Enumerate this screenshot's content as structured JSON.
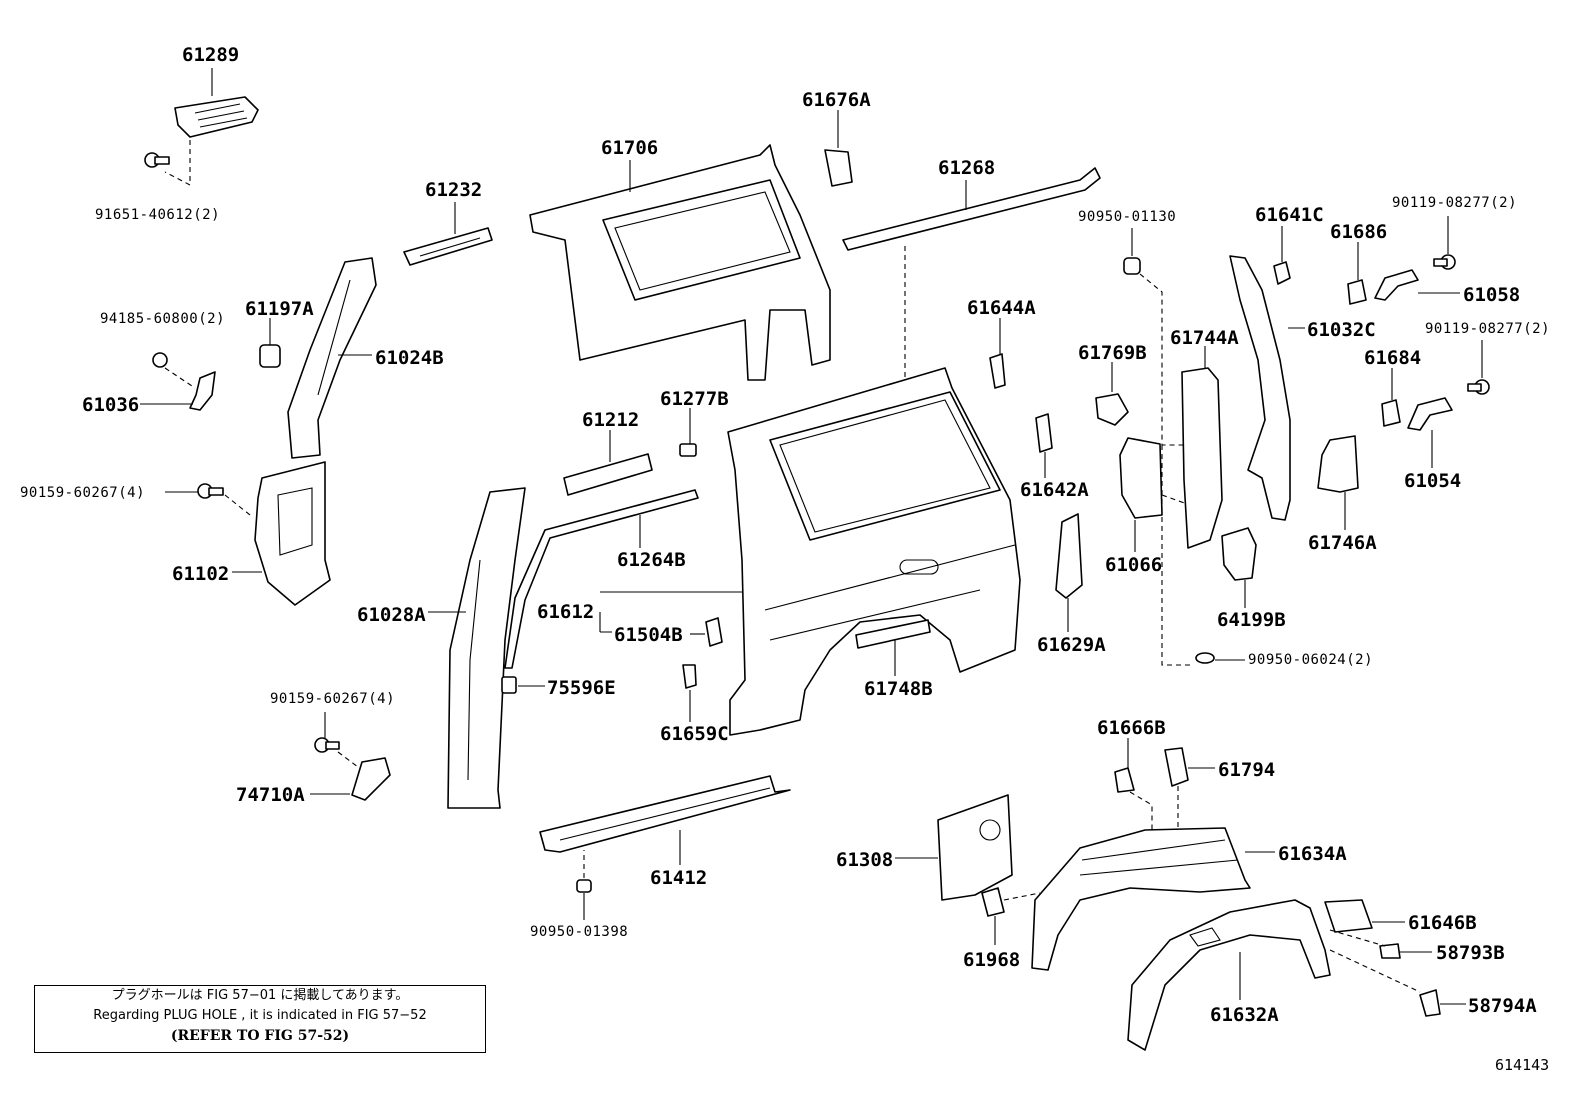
{
  "figure": {
    "number": "614143"
  },
  "note": {
    "line1": "プラグホールは FIG  57−01 に掲載してあります。",
    "line2": "Regarding  PLUG  HOLE , it is indicated in  FIG  57−52",
    "line3": "(REFER TO FIG 57-52)"
  },
  "labels": {
    "p61289": "61289",
    "p91651": "91651-40612(2)",
    "p61232": "61232",
    "p94185": "94185-60800(2)",
    "p61197A": "61197A",
    "p61024B": "61024B",
    "p61036": "61036",
    "p90159a": "90159-60267(4)",
    "p61102": "61102",
    "p61028A": "61028A",
    "p90159b": "90159-60267(4)",
    "p74710A": "74710A",
    "p61706": "61706",
    "p61676A": "61676A",
    "p61268": "61268",
    "p61212": "61212",
    "p61277B": "61277B",
    "p61264B": "61264B",
    "p61612": "61612",
    "p61504B": "61504B",
    "p75596E": "75596E",
    "p61659C": "61659C",
    "p61748B": "61748B",
    "p61412": "61412",
    "p90950_01398": "90950-01398",
    "p61644A": "61644A",
    "p61642A": "61642A",
    "p61629A": "61629A",
    "p90950_01130": "90950-01130",
    "p61769B": "61769B",
    "p61744A": "61744A",
    "p61066": "61066",
    "p64199B": "64199B",
    "p90950_06024": "90950-06024(2)",
    "p61641C": "61641C",
    "p61032C": "61032C",
    "p61686": "61686",
    "p90119a": "90119-08277(2)",
    "p61058": "61058",
    "p90119b": "90119-08277(2)",
    "p61684": "61684",
    "p61054": "61054",
    "p61746A": "61746A",
    "p61666B": "61666B",
    "p61794": "61794",
    "p61634A": "61634A",
    "p61308": "61308",
    "p61968": "61968",
    "p61646B": "61646B",
    "p58793B": "58793B",
    "p58794A": "58794A",
    "p61632A": "61632A"
  }
}
